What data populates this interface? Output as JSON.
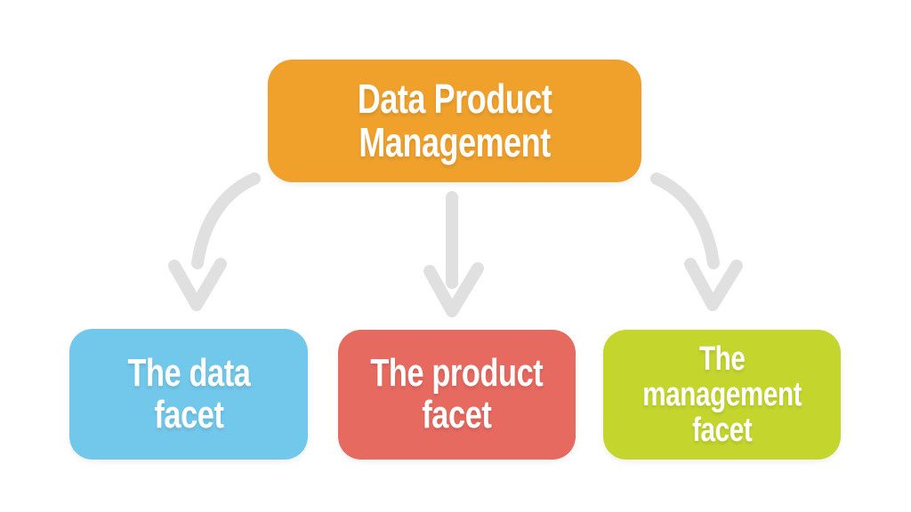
{
  "diagram": {
    "background_color": "#FFFFFF",
    "text_color": "#FFFFFF",
    "arrow_color": "#E0E0E0",
    "root": {
      "label": "Data Product Management",
      "line1": "Data Product",
      "line2": "Management",
      "color": "#F0A12C"
    },
    "children": [
      {
        "label": "The data facet",
        "line1": "The data",
        "line2": "facet",
        "color": "#72C8EB"
      },
      {
        "label": "The product facet",
        "line1": "The product",
        "line2": "facet",
        "color": "#E76A60"
      },
      {
        "label": "The management facet",
        "line1": "The",
        "line2": "management",
        "line3": "facet",
        "color": "#C4D62E"
      }
    ],
    "arrows": [
      "left-curved-down-arrow",
      "straight-down-arrow",
      "right-curved-down-arrow"
    ]
  }
}
